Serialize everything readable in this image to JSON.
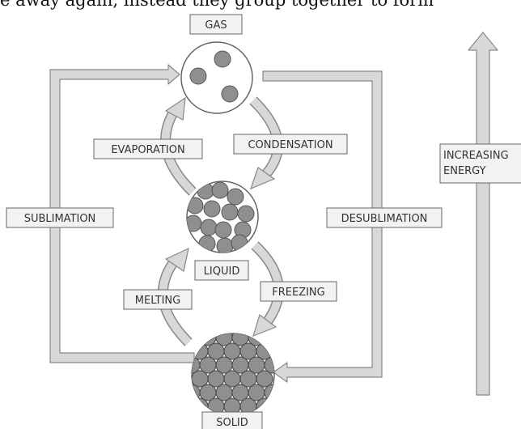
{
  "intro_text": "e away again, instead they group together to form",
  "states": {
    "gas": "GAS",
    "liquid": "LIQUID",
    "solid": "SOLID"
  },
  "processes": {
    "evaporation": "EVAPORATION",
    "condensation": "CONDENSATION",
    "melting": "MELTING",
    "freezing": "FREEZING",
    "sublimation": "SUBLIMATION",
    "desublimation": "DESUBLIMATION"
  },
  "energy_label": [
    "INCREASING",
    "ENERGY"
  ],
  "colors": {
    "arrow_fill": "#d8d8d8",
    "arrow_stroke": "#888888",
    "particle_fill": "#8f8f8f",
    "label_box_fill": "#f2f2f2",
    "label_box_stroke": "#666666"
  }
}
